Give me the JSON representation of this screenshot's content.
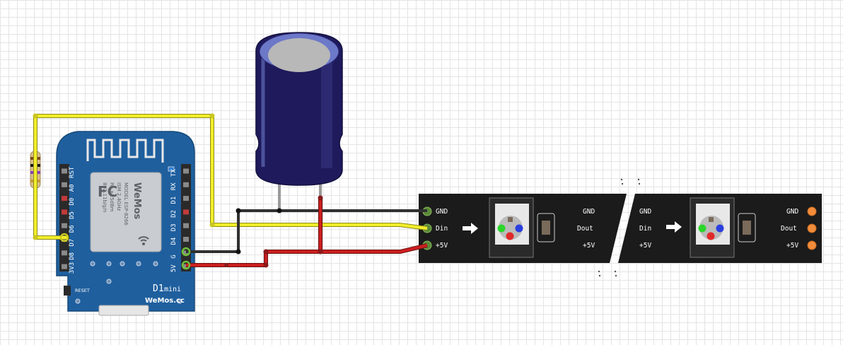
{
  "board": {
    "left_pins": [
      "RST",
      "A0",
      "D0",
      "D5",
      "D6",
      "D7",
      "D8",
      "3V3"
    ],
    "right_pins": [
      "TX",
      "RX",
      "D1",
      "D2",
      "D3",
      "D4",
      "G",
      "5V"
    ],
    "reset_label": "RESET",
    "model_label": "D1",
    "model_suffix": "mini",
    "brand": "WeMos",
    "brand_url": "WeMos.cc",
    "shield_fc": "FC",
    "shield_lines": [
      "MODEL  ESP-8266",
      "ISM 2.4GHz",
      "PA +25dBm",
      "802.11b/g/n"
    ],
    "colors": {
      "pcb": "#1f5f9e",
      "shield": "#c9ccd0",
      "header": "#2a2a2a"
    }
  },
  "led_strip": {
    "input_labels": [
      "GND",
      "Din",
      "+5V"
    ],
    "output_labels": [
      "GND",
      "Dout",
      "+5V"
    ],
    "break_left_labels": [
      "GND",
      "Din",
      "+5V"
    ],
    "break_right_labels": [
      "GND",
      "Dout",
      "+5V"
    ],
    "colors": {
      "strip": "#1b1b1b",
      "pad_end": "#f28c3a"
    }
  },
  "wires": {
    "colors": {
      "data": "#f2ee2a",
      "ground": "#303030",
      "power": "#cc1f1f"
    }
  },
  "capacitor": {
    "colors": {
      "body": "#1e1a5c",
      "top": "#b8b8b8"
    }
  }
}
